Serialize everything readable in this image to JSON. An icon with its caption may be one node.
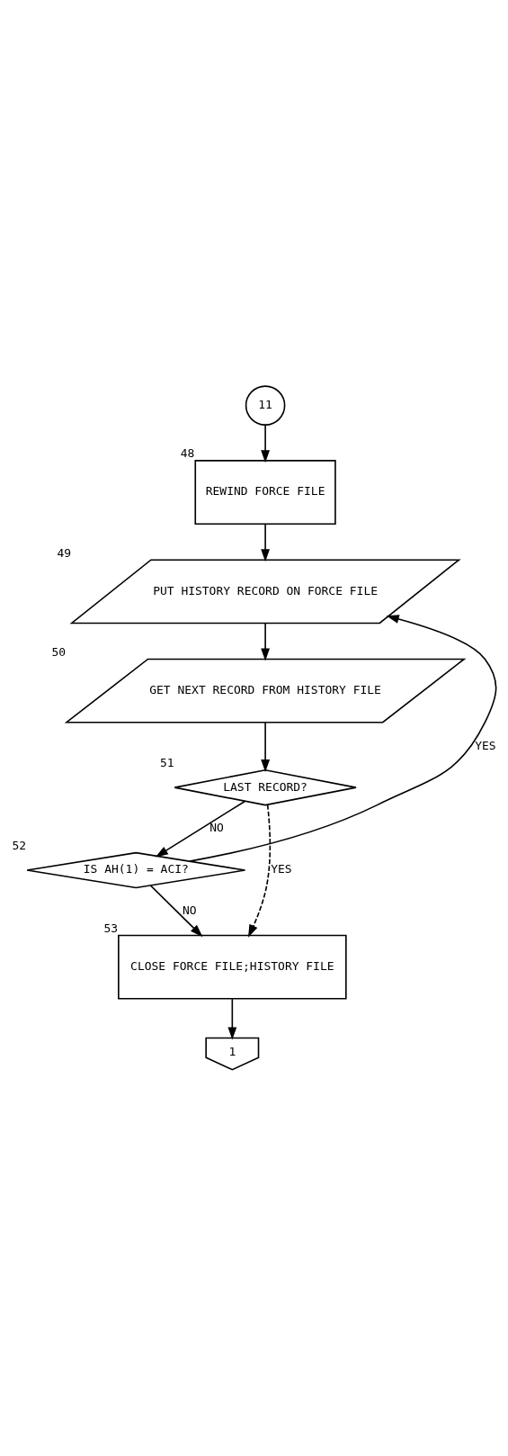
{
  "diagram": {
    "nodes": [
      {
        "text": [
          "11"
        ]
      },
      {
        "text": [
          "REWIND FORCE FILE"
        ],
        "beside": [
          "48"
        ]
      },
      {
        "text": [
          "PUT HISTORY RECORD ON FORCE FILE"
        ],
        "beside": [
          "49"
        ]
      },
      {
        "text": [
          "GET NEXT RECORD FROM HISTORY FILE"
        ],
        "beside": [
          "50"
        ]
      },
      {
        "text": [
          "LAST RECORD?"
        ],
        "beside": [
          "51"
        ]
      },
      {
        "text": [
          "IS AH(1) = ACI?"
        ],
        "beside": [
          "52"
        ]
      },
      {
        "text": [
          "CLOSE FORCE FILE;HISTORY FILE"
        ],
        "beside": [
          "53"
        ]
      },
      {
        "text": [
          "1"
        ]
      }
    ],
    "edges": [
      {
        "from": 0,
        "to": 1,
        "arrow": "to"
      },
      {
        "from": 1,
        "to": 2,
        "arrow": "to"
      },
      {
        "from": 2,
        "to": 3,
        "arrow": "to"
      },
      {
        "from": 3,
        "to": 4,
        "arrow": "to"
      },
      {
        "from": 4,
        "to": 6,
        "arrow": "to",
        "label": "YES",
        "style": "dashed"
      },
      {
        "from": 4,
        "to": 5,
        "arrow": "to",
        "label": "NO"
      },
      {
        "from": 5,
        "to": 2,
        "arrow": "to",
        "label": "YES"
      },
      {
        "from": 5,
        "to": 6,
        "arrow": "to",
        "label": "NO"
      },
      {
        "from": 6,
        "to": 7,
        "arrow": "to"
      }
    ]
  }
}
